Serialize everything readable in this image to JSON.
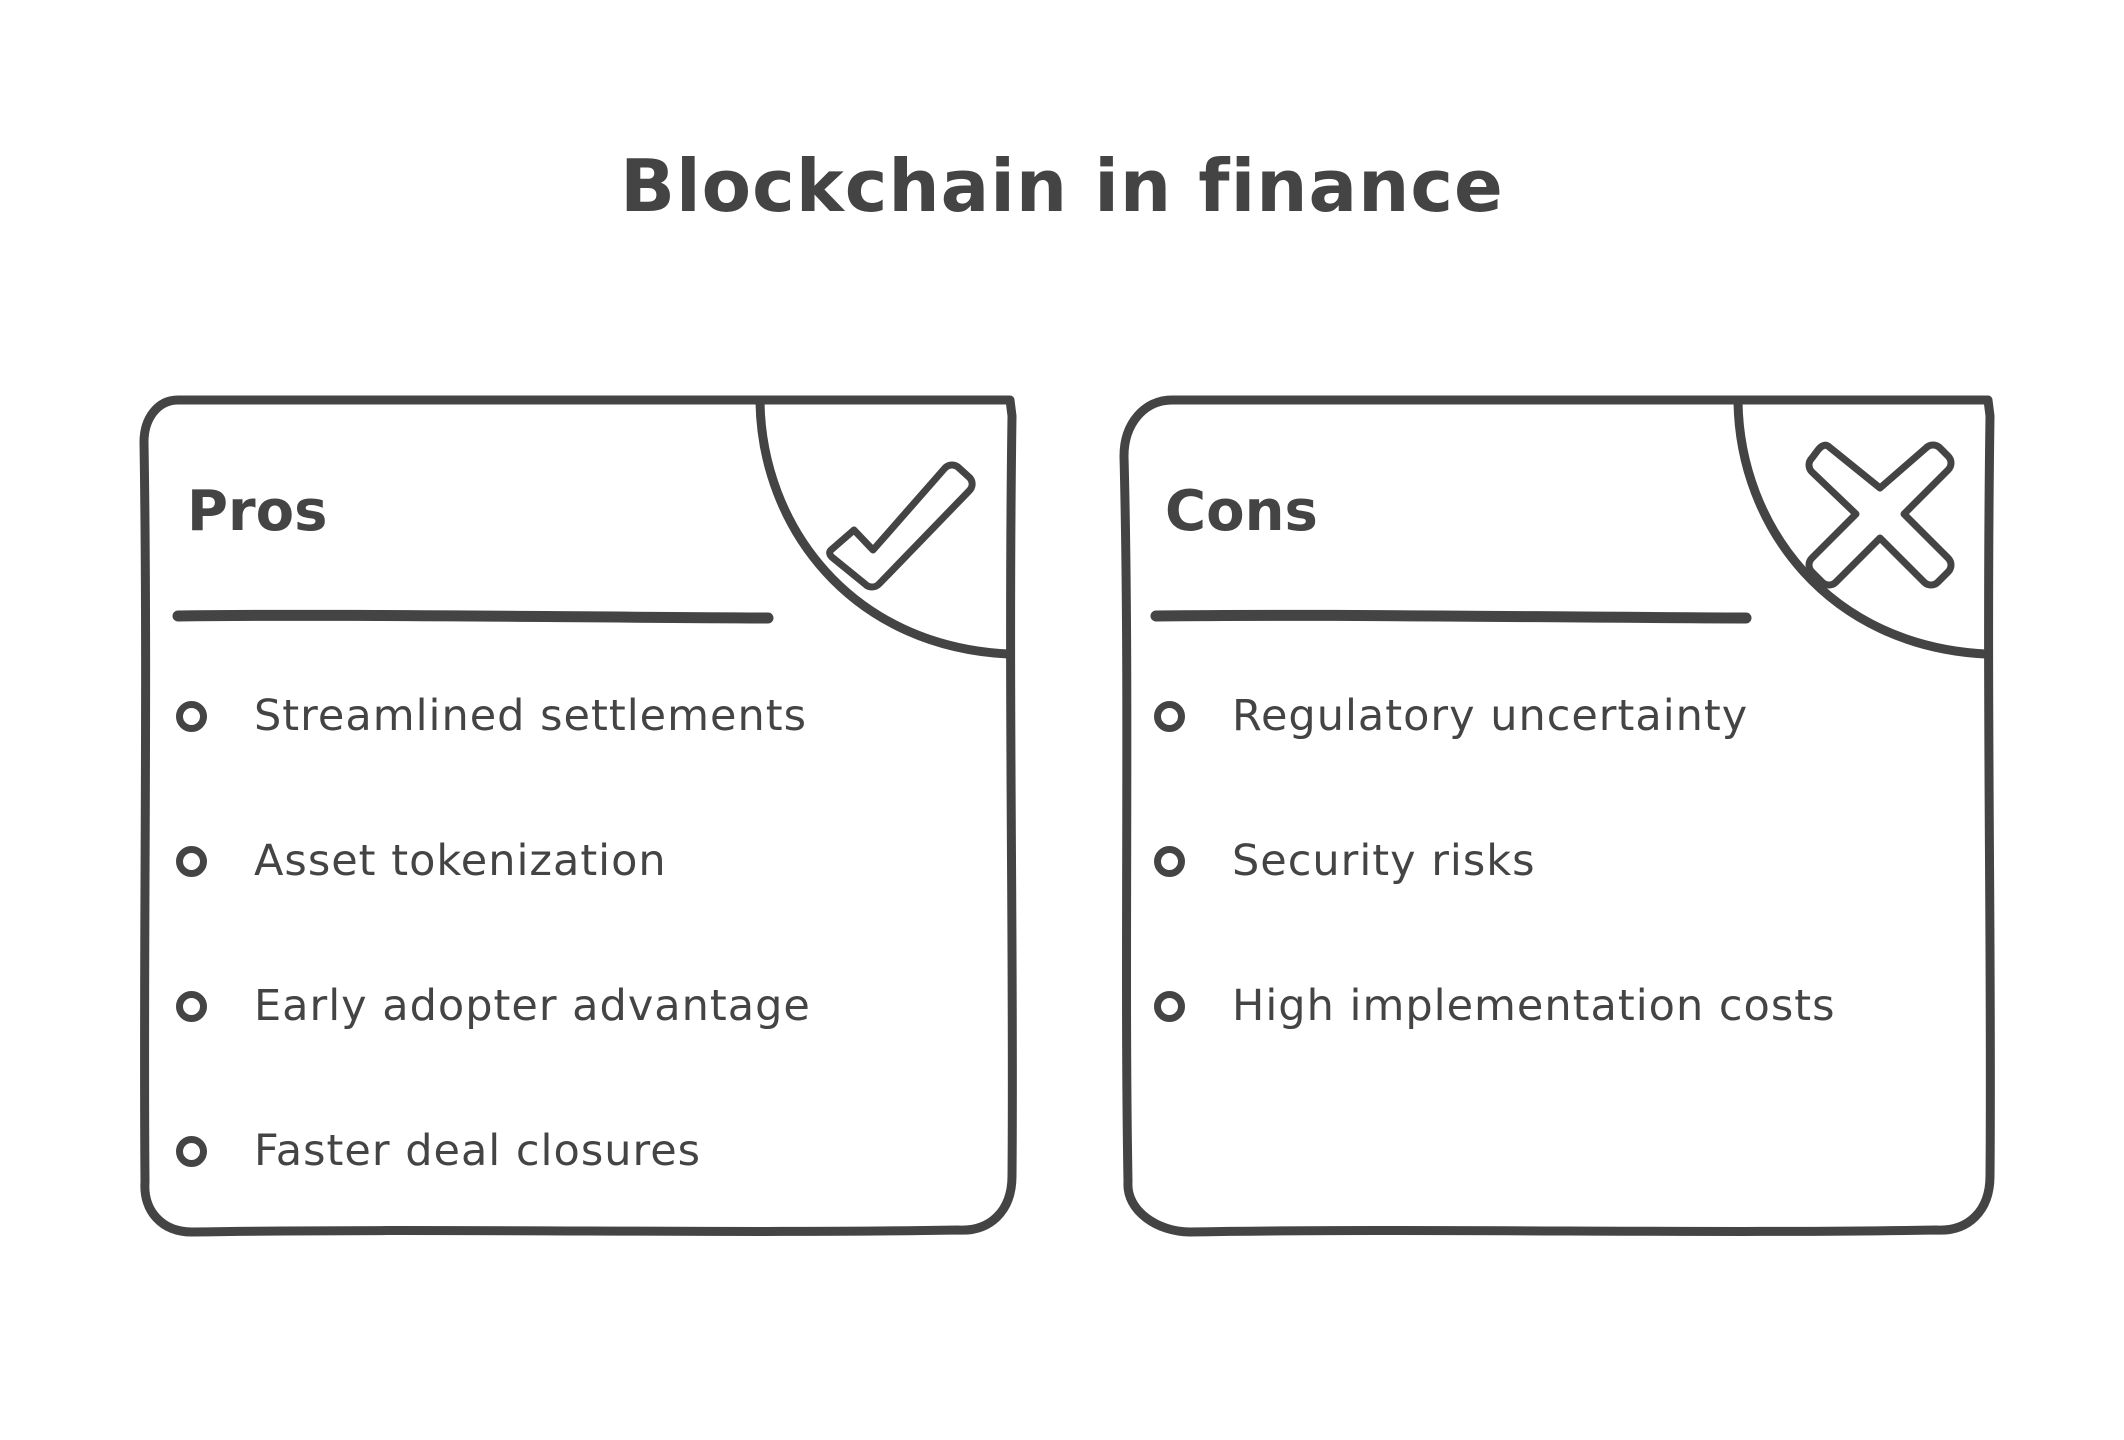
{
  "title": "Blockchain in finance",
  "cards": [
    {
      "heading": "Pros",
      "icon": "checkmark-icon",
      "items": [
        "Streamlined settlements",
        "Asset tokenization",
        "Early adopter advantage",
        "Faster deal closures"
      ]
    },
    {
      "heading": "Cons",
      "icon": "x-mark-icon",
      "items": [
        "Regulatory uncertainty",
        "Security risks",
        "High implementation costs"
      ]
    }
  ],
  "colors": {
    "ink": "#444444",
    "background": "#ffffff"
  }
}
